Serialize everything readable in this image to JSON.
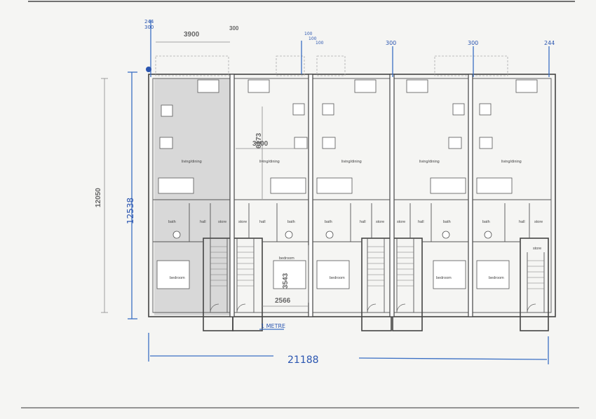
{
  "dimensions": {
    "top_width_left": "3900",
    "wall_300_a": "300",
    "wall_300_b": "300",
    "wall_300_c": "300",
    "wall_244_right": "244",
    "inner_width_mid": "3900",
    "depth_mid": "6173",
    "overall_height": "12050",
    "overall_height_blue": "12538",
    "total_width_blue": "21188",
    "bedroom_height": "3543",
    "stair_width": "2566",
    "one_metre": "1 METRE",
    "top_left_code_a": "244",
    "top_left_code_b": "300",
    "party_100_a": "100",
    "party_100_b": "100",
    "party_100_c": "100"
  },
  "rooms": {
    "living_dining": "living/dining",
    "bath": "bath",
    "hall": "hall",
    "store": "store",
    "bedroom": "bedroom"
  },
  "colors": {
    "walls": "#444444",
    "shading": "#d6d6d6",
    "blue_pen": "#2a55b0",
    "dim_grey": "#8a8a8a"
  }
}
